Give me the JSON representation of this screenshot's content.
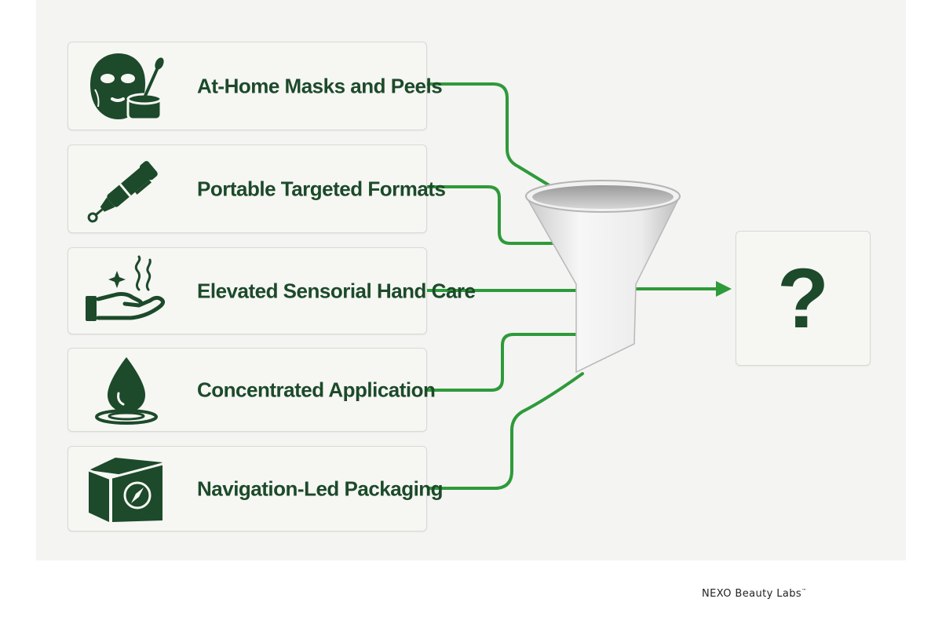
{
  "colors": {
    "accent_green": "#2e9a3a",
    "dark_green": "#1c4a2a",
    "card_bg": "#f6f6f3",
    "panel_bg": "#f4f4f2"
  },
  "inputs": [
    {
      "label": "At-Home Masks and Peels",
      "icon": "face-mask-jar-icon"
    },
    {
      "label": "Portable Targeted Formats",
      "icon": "applicator-pen-icon"
    },
    {
      "label": "Elevated Sensorial Hand Care",
      "icon": "hand-sparkle-icon"
    },
    {
      "label": "Concentrated Application",
      "icon": "droplet-ripple-icon"
    },
    {
      "label": "Navigation-Led Packaging",
      "icon": "box-compass-icon"
    }
  ],
  "funnel": {
    "icon": "funnel-icon"
  },
  "output": {
    "symbol": "?"
  },
  "brand": {
    "name": "NEXO Beauty Labs",
    "mark": "™"
  }
}
